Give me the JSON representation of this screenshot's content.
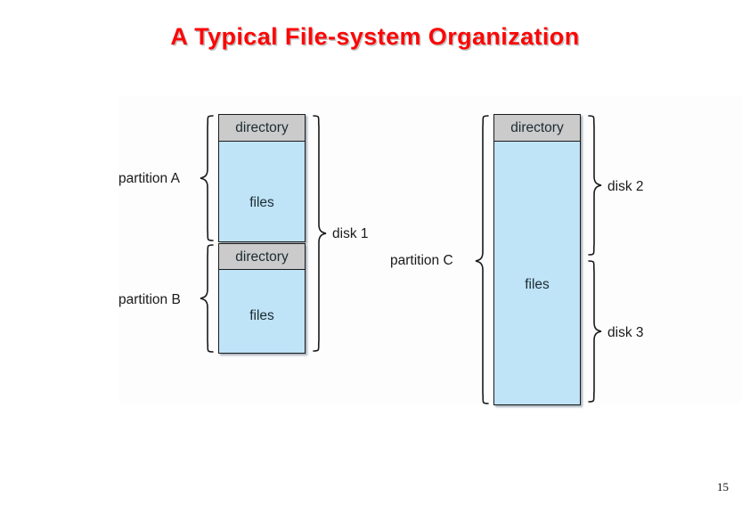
{
  "slide": {
    "title": "A Typical File-system Organization",
    "title_color": "#fb0707",
    "page_number": "15"
  },
  "figure": {
    "background": "#fdfdfd",
    "colors": {
      "files_fill": "#bfe3f7",
      "directory_fill": "#cbcbcb",
      "outline": "#1b1b1b",
      "text": "#1c2b33"
    },
    "left_column": {
      "name": "disk-1-column",
      "partitions": [
        {
          "label": "partition A",
          "directory_label": "directory",
          "files_label": "files"
        },
        {
          "label": "partition B",
          "directory_label": "directory",
          "files_label": "files"
        }
      ],
      "disk_label": "disk 1"
    },
    "right_column": {
      "name": "partition-c-column",
      "partition_label": "partition C",
      "directory_label": "directory",
      "files_label": "files",
      "disk_labels": [
        "disk 2",
        "disk 3"
      ]
    }
  }
}
